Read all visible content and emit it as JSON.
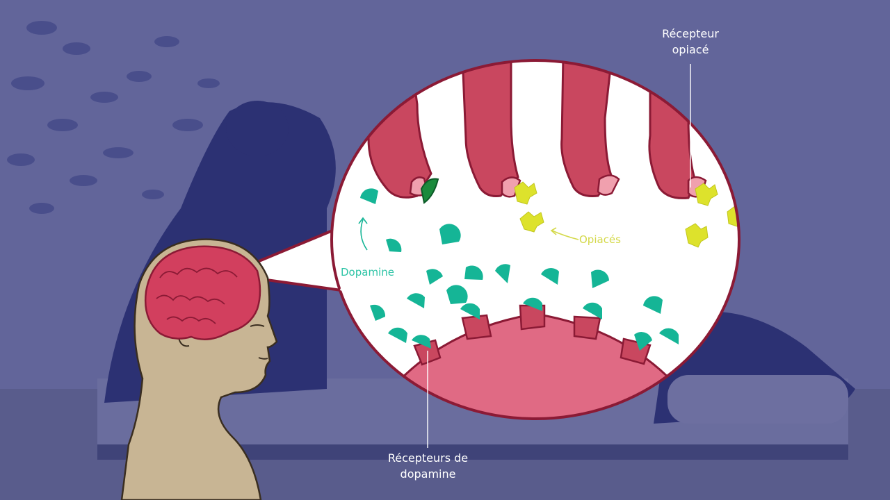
{
  "labels": {
    "opioid_receptor": [
      "Récepteur",
      "opiacé"
    ],
    "opiates": "Opiacés",
    "dopamine": "Dopamine",
    "dopamine_receptors": [
      "Récepteurs de",
      "dopamine"
    ]
  },
  "colors": {
    "background_overlay": "#5e618f",
    "neuron": "#c9475f",
    "receptor_cup": "#f0a0ae",
    "dopamine": "#15b596",
    "opiate": "#dde22c",
    "skin": "#c8b594",
    "brain": "#d23f5e",
    "outline": "#8b1a35"
  },
  "icons": [
    "brain-icon",
    "head-silhouette-icon",
    "dopamine-molecule-icon",
    "opiate-molecule-icon"
  ]
}
